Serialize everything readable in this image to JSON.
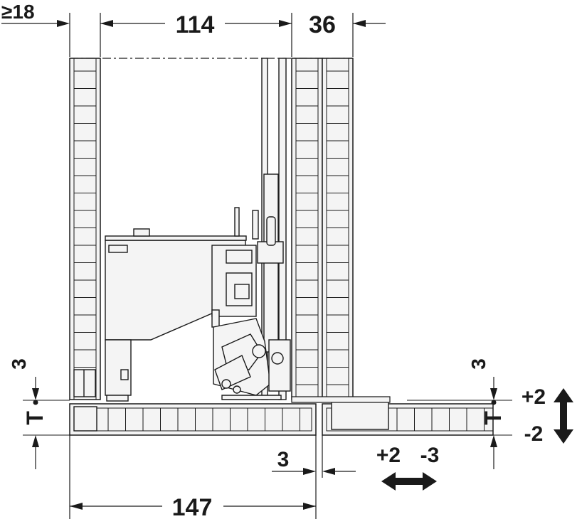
{
  "dimensions": {
    "top_left": "≥18",
    "top_middle": "114",
    "top_right": "36",
    "left_offset": "3",
    "right_offset": "3",
    "left_t": "T",
    "right_t": "T",
    "vertical_plus": "+2",
    "vertical_minus": "-2",
    "bottom_gap": "3",
    "horizontal_plus": "+2",
    "horizontal_minus": "-3",
    "bottom_width": "147"
  },
  "colors": {
    "line": "#1a1a1a",
    "fill": "#f4f4f4"
  }
}
